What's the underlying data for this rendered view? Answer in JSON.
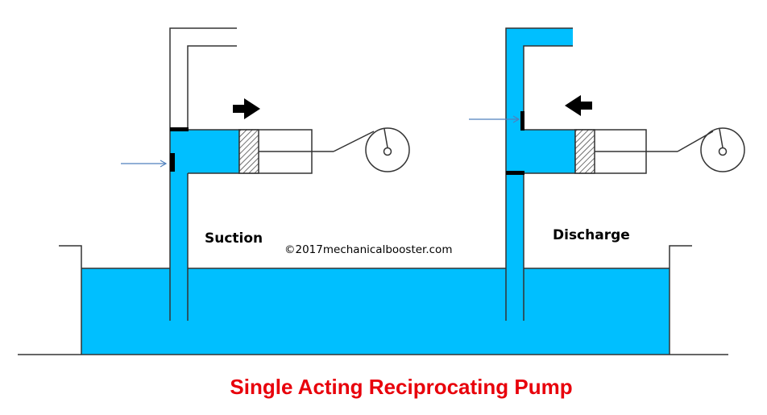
{
  "diagram": {
    "title": "Single Acting Reciprocating Pump",
    "copyright": "©2017mechanicalbooster.com",
    "stages": [
      {
        "id": "suction",
        "label": "Suction",
        "piston_direction": "right",
        "open_valve": "suction-valve",
        "filled_pipe": "suction-pipe"
      },
      {
        "id": "discharge",
        "label": "Discharge",
        "piston_direction": "left",
        "open_valve": "discharge-valve",
        "filled_pipe": "discharge-pipe"
      }
    ],
    "components": [
      "sump-tank",
      "suction-pipe",
      "delivery-pipe",
      "cylinder",
      "piston",
      "connecting-rod",
      "crank"
    ]
  },
  "colors": {
    "water": "#00BFFF",
    "outline": "#333333",
    "valve": "#000000",
    "flow_arrow": "#4F81BD",
    "title": "#E8000B"
  }
}
